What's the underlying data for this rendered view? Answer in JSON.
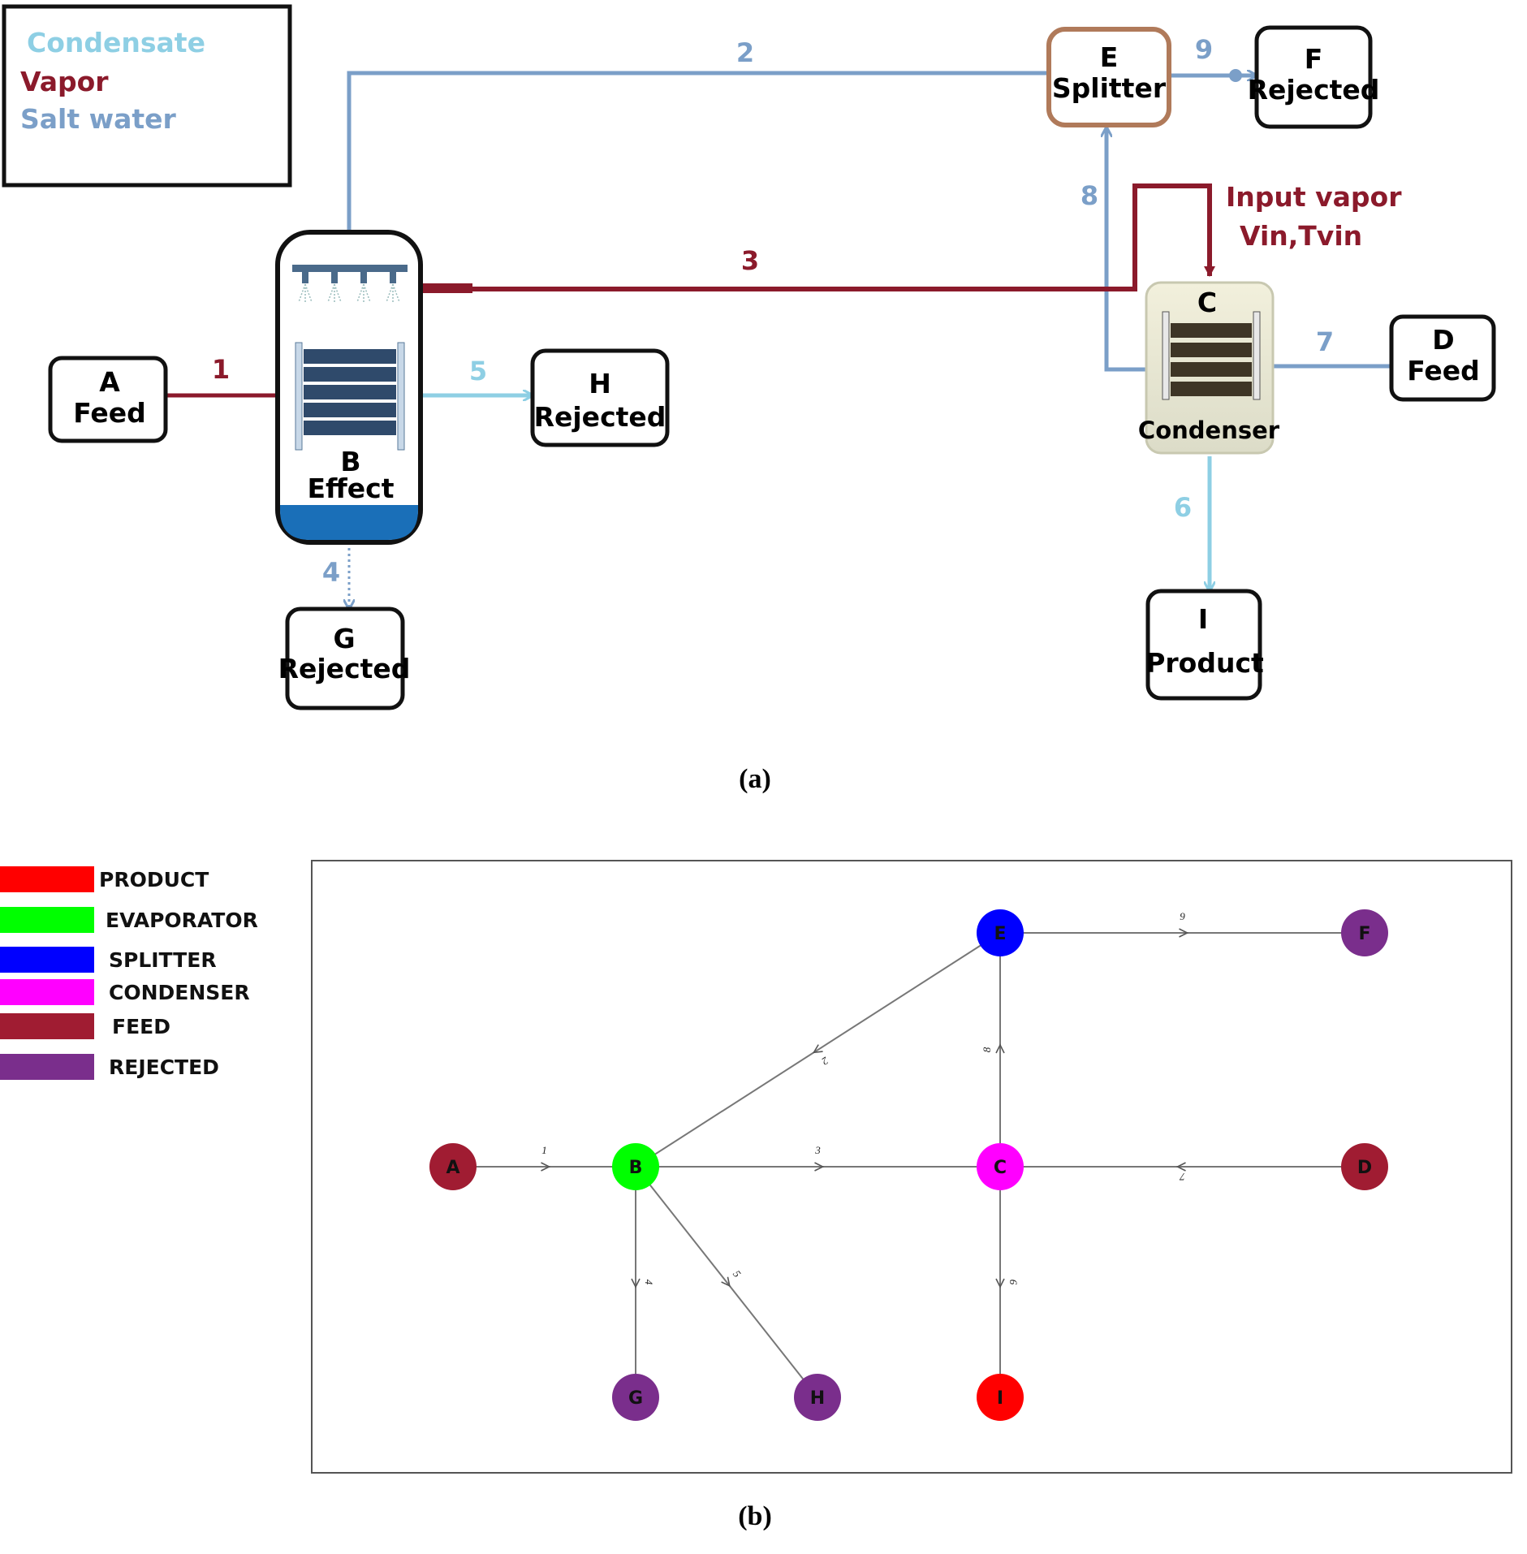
{
  "colors": {
    "condensate": "#8ecfe4",
    "vapor": "#8b1a2b",
    "salt_water": "#7b9fc8",
    "product": "#ff0000",
    "evaporator": "#00ff00",
    "splitter": "#0000ff",
    "condenser": "#ff00ff",
    "feed": "#a01c32",
    "rejected": "#7a2e8c"
  },
  "panel_a": {
    "legend": {
      "condensate": "Condensate",
      "vapor": "Vapor",
      "salt_water": "Salt water"
    },
    "units": {
      "A": {
        "letter": "A",
        "name": "Feed"
      },
      "B": {
        "letter": "B",
        "name": "Effect"
      },
      "C": {
        "letter": "C",
        "name": "Condenser"
      },
      "D": {
        "letter": "D",
        "name": "Feed"
      },
      "E": {
        "letter": "E",
        "name": "Splitter"
      },
      "F": {
        "letter": "F",
        "name": "Rejected"
      },
      "G": {
        "letter": "G",
        "name": "Rejected"
      },
      "H": {
        "letter": "H",
        "name": "Rejected"
      },
      "I": {
        "letter": "I",
        "name": "Product"
      }
    },
    "streams": {
      "s1": "1",
      "s2": "2",
      "s3": "3",
      "s4": "4",
      "s5": "5",
      "s6": "6",
      "s7": "7",
      "s8": "8",
      "s9": "9"
    },
    "input_vapor": {
      "line1": "Input vapor",
      "line2": "Vin,Tvin"
    },
    "caption": "(a)"
  },
  "panel_b": {
    "legend": [
      {
        "label": "PRODUCT",
        "color": "#ff0000"
      },
      {
        "label": "EVAPORATOR",
        "color": "#00ff00"
      },
      {
        "label": "SPLITTER",
        "color": "#0000ff"
      },
      {
        "label": "CONDENSER",
        "color": "#ff00ff"
      },
      {
        "label": "FEED",
        "color": "#a01c32"
      },
      {
        "label": "REJECTED",
        "color": "#7a2e8c"
      }
    ],
    "nodes": [
      {
        "id": "A",
        "type": "FEED"
      },
      {
        "id": "B",
        "type": "EVAPORATOR"
      },
      {
        "id": "C",
        "type": "CONDENSER"
      },
      {
        "id": "D",
        "type": "FEED"
      },
      {
        "id": "E",
        "type": "SPLITTER"
      },
      {
        "id": "F",
        "type": "REJECTED"
      },
      {
        "id": "G",
        "type": "REJECTED"
      },
      {
        "id": "H",
        "type": "REJECTED"
      },
      {
        "id": "I",
        "type": "PRODUCT"
      }
    ],
    "edges": [
      {
        "label": "1",
        "from": "A",
        "to": "B"
      },
      {
        "label": "2",
        "from": "E",
        "to": "B"
      },
      {
        "label": "3",
        "from": "B",
        "to": "C"
      },
      {
        "label": "4",
        "from": "B",
        "to": "G"
      },
      {
        "label": "5",
        "from": "B",
        "to": "H"
      },
      {
        "label": "6",
        "from": "C",
        "to": "I"
      },
      {
        "label": "7",
        "from": "D",
        "to": "C"
      },
      {
        "label": "8",
        "from": "C",
        "to": "E"
      },
      {
        "label": "9",
        "from": "E",
        "to": "F"
      }
    ],
    "caption": "(b)"
  }
}
